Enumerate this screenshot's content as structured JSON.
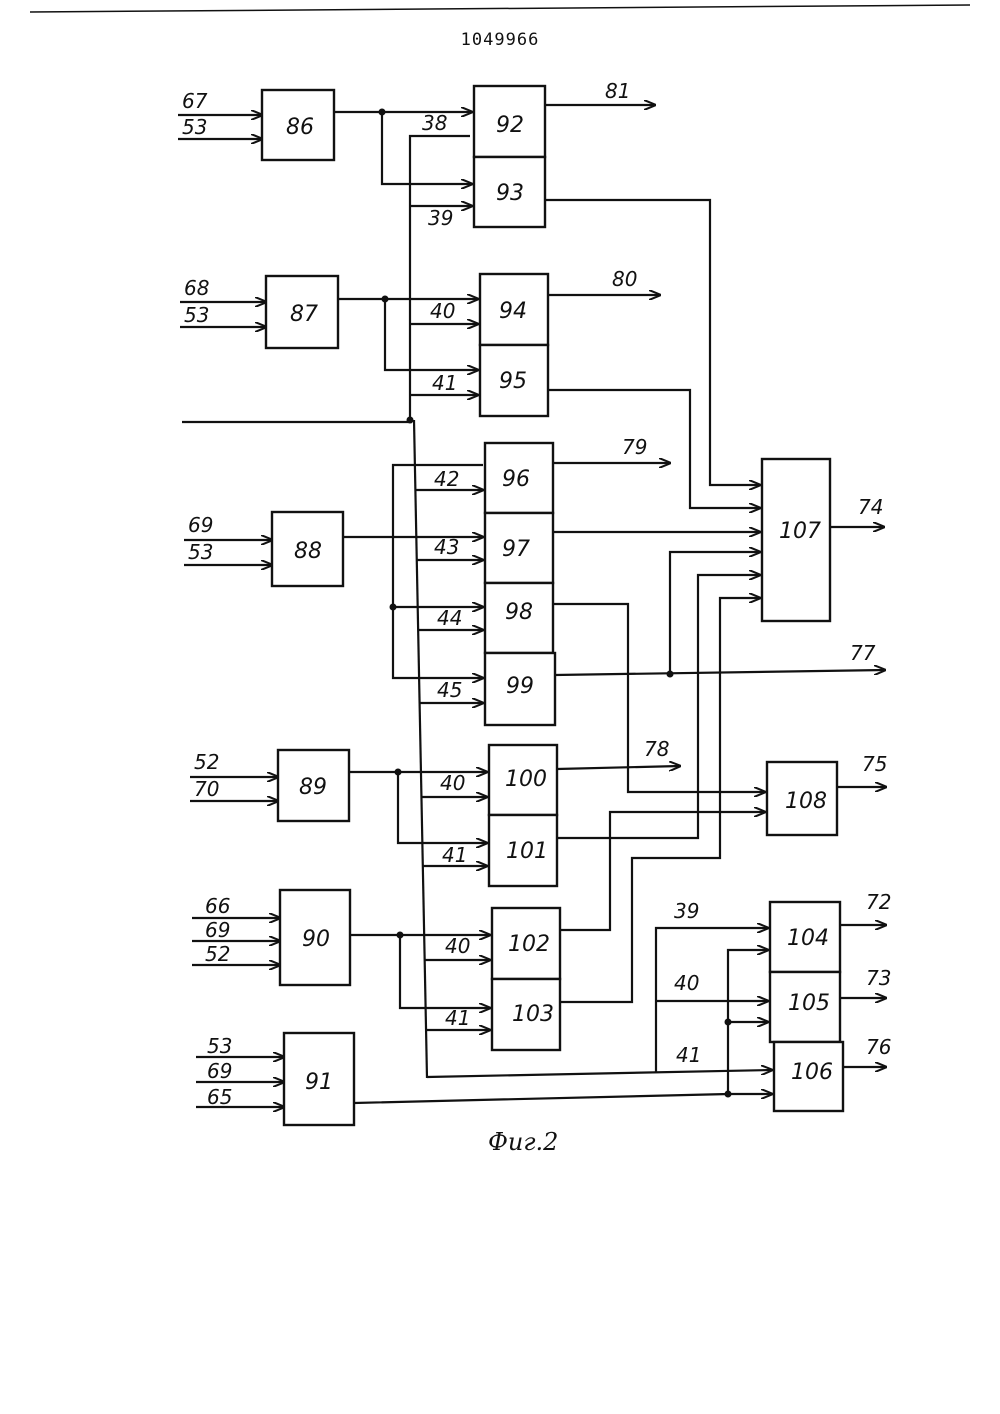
{
  "header": {
    "patent_number": "1049966"
  },
  "caption": "Фиг.2",
  "blocks": [
    {
      "id": "86",
      "label": "86"
    },
    {
      "id": "87",
      "label": "87"
    },
    {
      "id": "88",
      "label": "88"
    },
    {
      "id": "89",
      "label": "89"
    },
    {
      "id": "90",
      "label": "90"
    },
    {
      "id": "91",
      "label": "91"
    },
    {
      "id": "92",
      "label": "92"
    },
    {
      "id": "93",
      "label": "93"
    },
    {
      "id": "94",
      "label": "94"
    },
    {
      "id": "95",
      "label": "95"
    },
    {
      "id": "96",
      "label": "96"
    },
    {
      "id": "97",
      "label": "97"
    },
    {
      "id": "98",
      "label": "98"
    },
    {
      "id": "99",
      "label": "99"
    },
    {
      "id": "100",
      "label": "100"
    },
    {
      "id": "101",
      "label": "101"
    },
    {
      "id": "102",
      "label": "102"
    },
    {
      "id": "103",
      "label": "103"
    },
    {
      "id": "104",
      "label": "104"
    },
    {
      "id": "105",
      "label": "105"
    },
    {
      "id": "106",
      "label": "106"
    },
    {
      "id": "107",
      "label": "107"
    },
    {
      "id": "108",
      "label": "108"
    }
  ],
  "signal_labels": [
    {
      "id": "in67",
      "text": "67"
    },
    {
      "id": "in53a",
      "text": "53"
    },
    {
      "id": "in68",
      "text": "68"
    },
    {
      "id": "in53b",
      "text": "53"
    },
    {
      "id": "in69a",
      "text": "69"
    },
    {
      "id": "in53c",
      "text": "53"
    },
    {
      "id": "in52a",
      "text": "52"
    },
    {
      "id": "in70",
      "text": "70"
    },
    {
      "id": "in66",
      "text": "66"
    },
    {
      "id": "in69b",
      "text": "69"
    },
    {
      "id": "in52b",
      "text": "52"
    },
    {
      "id": "in53d",
      "text": "53"
    },
    {
      "id": "in69c",
      "text": "69"
    },
    {
      "id": "in65",
      "text": "65"
    },
    {
      "id": "b38",
      "text": "38"
    },
    {
      "id": "b39",
      "text": "39"
    },
    {
      "id": "b40a",
      "text": "40"
    },
    {
      "id": "b41a",
      "text": "41"
    },
    {
      "id": "b42",
      "text": "42"
    },
    {
      "id": "b43",
      "text": "43"
    },
    {
      "id": "b44",
      "text": "44"
    },
    {
      "id": "b45",
      "text": "45"
    },
    {
      "id": "b40b",
      "text": "40"
    },
    {
      "id": "b41b",
      "text": "41"
    },
    {
      "id": "b40c",
      "text": "40"
    },
    {
      "id": "b41c",
      "text": "41"
    },
    {
      "id": "r39",
      "text": "39"
    },
    {
      "id": "r40",
      "text": "40"
    },
    {
      "id": "r41",
      "text": "41"
    },
    {
      "id": "out81",
      "text": "81"
    },
    {
      "id": "out80",
      "text": "80"
    },
    {
      "id": "out79",
      "text": "79"
    },
    {
      "id": "out78",
      "text": "78"
    },
    {
      "id": "out77",
      "text": "77"
    },
    {
      "id": "out74",
      "text": "74"
    },
    {
      "id": "out75",
      "text": "75"
    },
    {
      "id": "out72",
      "text": "72"
    },
    {
      "id": "out73",
      "text": "73"
    },
    {
      "id": "out76",
      "text": "76"
    }
  ]
}
